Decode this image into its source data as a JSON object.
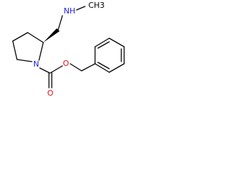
{
  "molecule": {
    "atoms": {
      "n_amine": {
        "label": "NH",
        "color": "#1f1fe0"
      },
      "methyl": {
        "label": "CH3",
        "color": "#000000"
      },
      "n_ring": {
        "label": "N",
        "color": "#1f1fe0"
      },
      "o_carbonyl": {
        "label": "O",
        "color": "#e01010"
      },
      "o_ester": {
        "label": "O",
        "color": "#e01010"
      }
    },
    "stereo": "wedge-bond"
  }
}
